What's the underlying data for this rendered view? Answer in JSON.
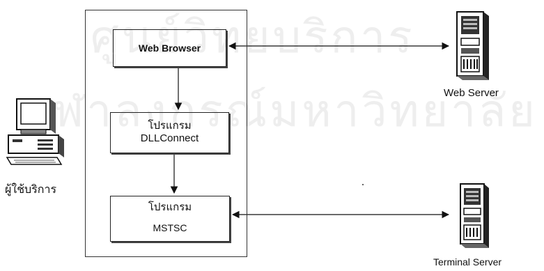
{
  "watermark": {
    "lines": [
      "ศูนย์วิทยบริการ",
      "จุฬาลงกรณ์มหาวิทยาลัย"
    ]
  },
  "diagram": {
    "boxes": {
      "web_browser": {
        "title": "Web Browser"
      },
      "dllconnect": {
        "line1": "โปรแกรม",
        "line2": "DLLConnect"
      },
      "mstsc": {
        "line1": "โปรแกรม",
        "line2": "MSTSC"
      }
    },
    "nodes": {
      "user": {
        "label": "ผู้ใช้บริการ",
        "icon": "desktop-computer-icon"
      },
      "web_server": {
        "label": "Web Server",
        "icon": "server-tower-icon"
      },
      "terminal_server": {
        "label": "Terminal Server",
        "icon": "server-tower-icon"
      }
    },
    "connections": [
      {
        "from": "Web Browser",
        "to": "DLLConnect",
        "direction": "one-way"
      },
      {
        "from": "DLLConnect",
        "to": "MSTSC",
        "direction": "one-way"
      },
      {
        "from": "Web Browser",
        "to": "Web Server",
        "direction": "two-way"
      },
      {
        "from": "MSTSC",
        "to": "Terminal Server",
        "direction": "two-way"
      }
    ]
  }
}
